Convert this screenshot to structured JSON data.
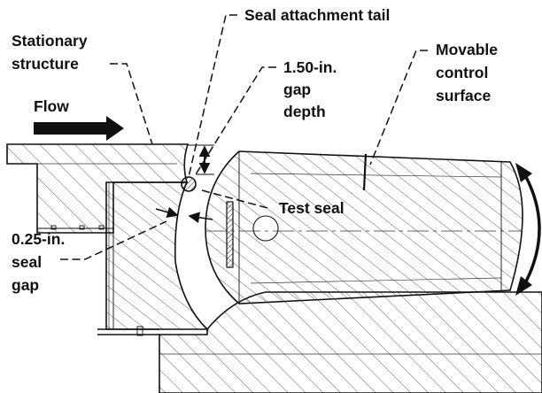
{
  "labels": {
    "seal_attachment_tail": "Seal attachment tail",
    "stationary_structure": [
      "Stationary",
      "structure"
    ],
    "gap_depth": [
      "1.50-in.",
      "gap",
      "depth"
    ],
    "movable_control_surface": [
      "Movable",
      "control",
      "surface"
    ],
    "flow": "Flow",
    "test_seal": "Test seal",
    "seal_gap": [
      "0.25-in.",
      "seal",
      "gap"
    ]
  },
  "colors": {
    "ink": "#111111",
    "background": "#ffffff"
  },
  "icons": {
    "flow_arrow": "right-arrow-icon",
    "rotation_arrow": "curved-double-arrow-icon"
  }
}
